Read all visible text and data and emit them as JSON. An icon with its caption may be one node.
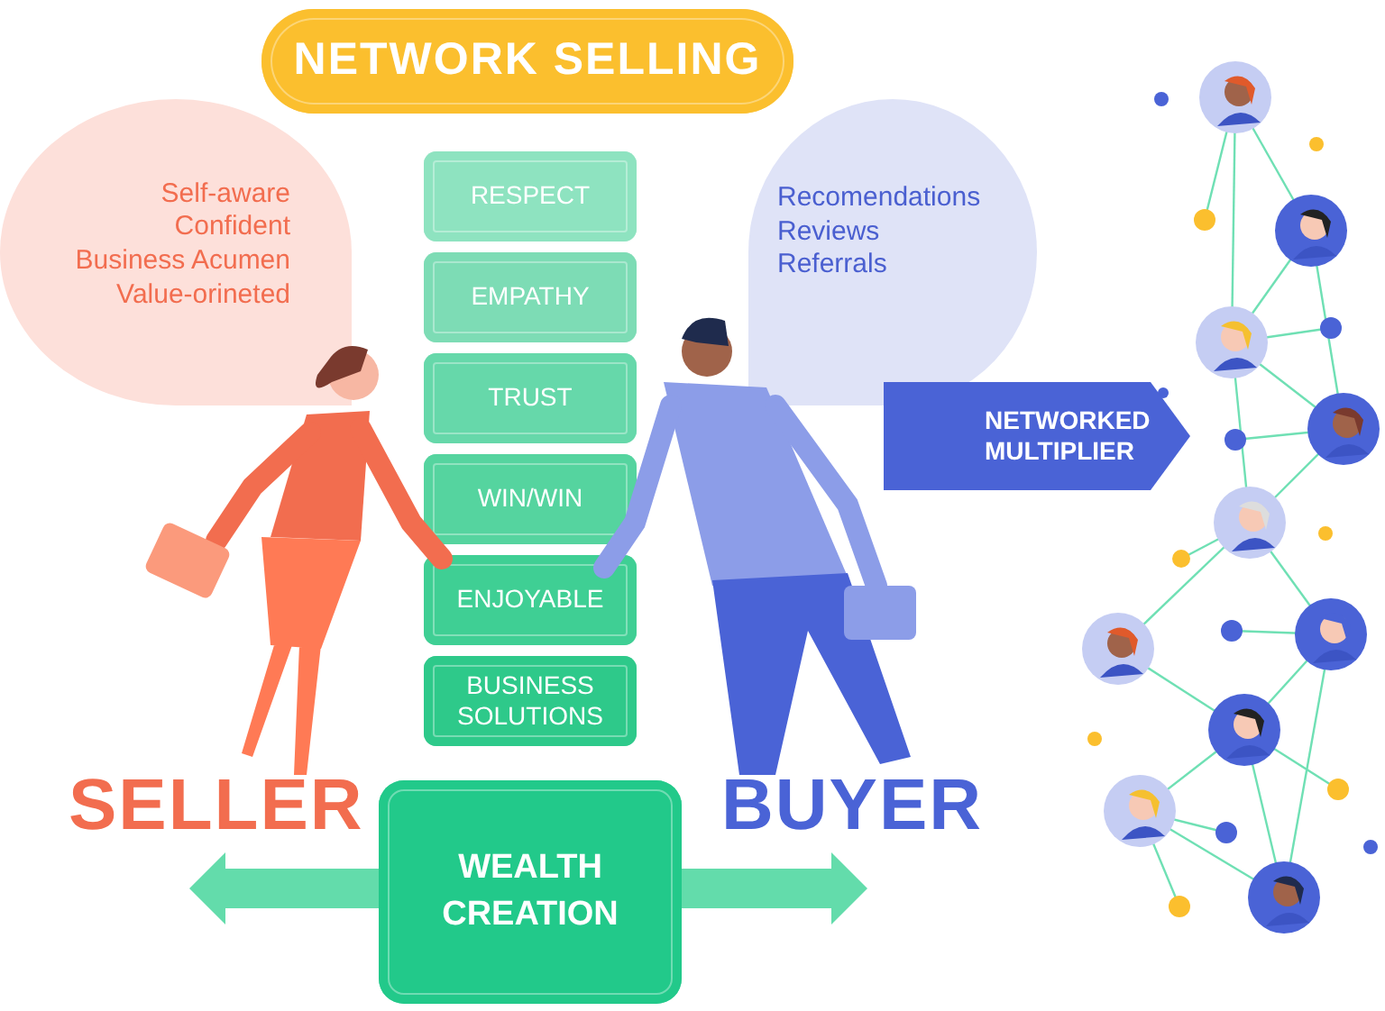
{
  "diagram": {
    "nodes": [
      {
        "text": [
          "NETWORK SELLING"
        ]
      },
      {
        "text": [
          "Self-aware",
          "Confident",
          "Business Acumen",
          "Value-orineted"
        ]
      },
      {
        "text": [
          "Recomendations",
          "Reviews",
          "Referrals"
        ]
      },
      {
        "text": [
          "RESPECT"
        ]
      },
      {
        "text": [
          "EMPATHY"
        ]
      },
      {
        "text": [
          "TRUST"
        ]
      },
      {
        "text": [
          "WIN/WIN"
        ]
      },
      {
        "text": [
          "ENJOYABLE"
        ]
      },
      {
        "text": [
          "BUSINESS SOLUTIONS"
        ]
      },
      {
        "text": [
          "NETWORKED MULTIPLIER"
        ]
      },
      {
        "text": [
          "WEALTH CREATION"
        ]
      }
    ],
    "edges": [
      {
        "from": 10,
        "to": null,
        "arrow": "to"
      },
      {
        "from": 10,
        "to": null,
        "arrow": "to"
      }
    ],
    "labels": [
      "SELLER",
      "BUYER"
    ]
  }
}
